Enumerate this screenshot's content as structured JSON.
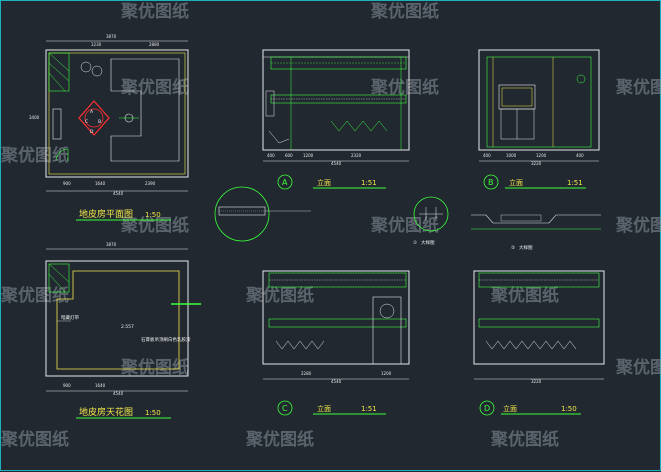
{
  "watermark": "聚优图纸",
  "views": {
    "plan": {
      "title": "地皮房平面图",
      "scale": "1:50"
    },
    "ceiling": {
      "title": "地皮房天花图",
      "scale": "1:50"
    },
    "elevA": {
      "marker": "A",
      "title": "立面",
      "scale": "1:51"
    },
    "elevB": {
      "marker": "B",
      "title": "立面",
      "scale": "1:51"
    },
    "elevC": {
      "marker": "C",
      "title": "立面",
      "scale": "1:51"
    },
    "elevD": {
      "marker": "D",
      "title": "立面",
      "scale": "1:50"
    },
    "detail1": {
      "marker": "①",
      "title": "大样图"
    },
    "detail2": {
      "marker": "②",
      "title": "大样图"
    }
  },
  "plan_dims": {
    "top_total": "3870",
    "top_a": "1230",
    "top_b": "2880",
    "bottom_a": "900",
    "bottom_b": "1640",
    "bottom_c": "2390",
    "bottom_total": "4540",
    "left": "3400"
  },
  "ceiling_dims": {
    "top_total": "3870",
    "bottom_a": "900",
    "bottom_b": "1640",
    "bottom_total": "4540",
    "height": "2.557",
    "label1": "暗藏灯带",
    "label2": "石膏板吊顶刷白色乳胶漆"
  },
  "elevA_dims": {
    "a": "400",
    "b": "600",
    "c": "1200",
    "d": "2320",
    "total": "4540"
  },
  "elevB_dims": {
    "a": "400",
    "b": "1000",
    "c": "1200",
    "d": "400",
    "total": "3220"
  },
  "elevC_dims": {
    "a": "2280",
    "b": "1200",
    "total": "4540"
  },
  "elevD_dims": {
    "total": "3220"
  }
}
